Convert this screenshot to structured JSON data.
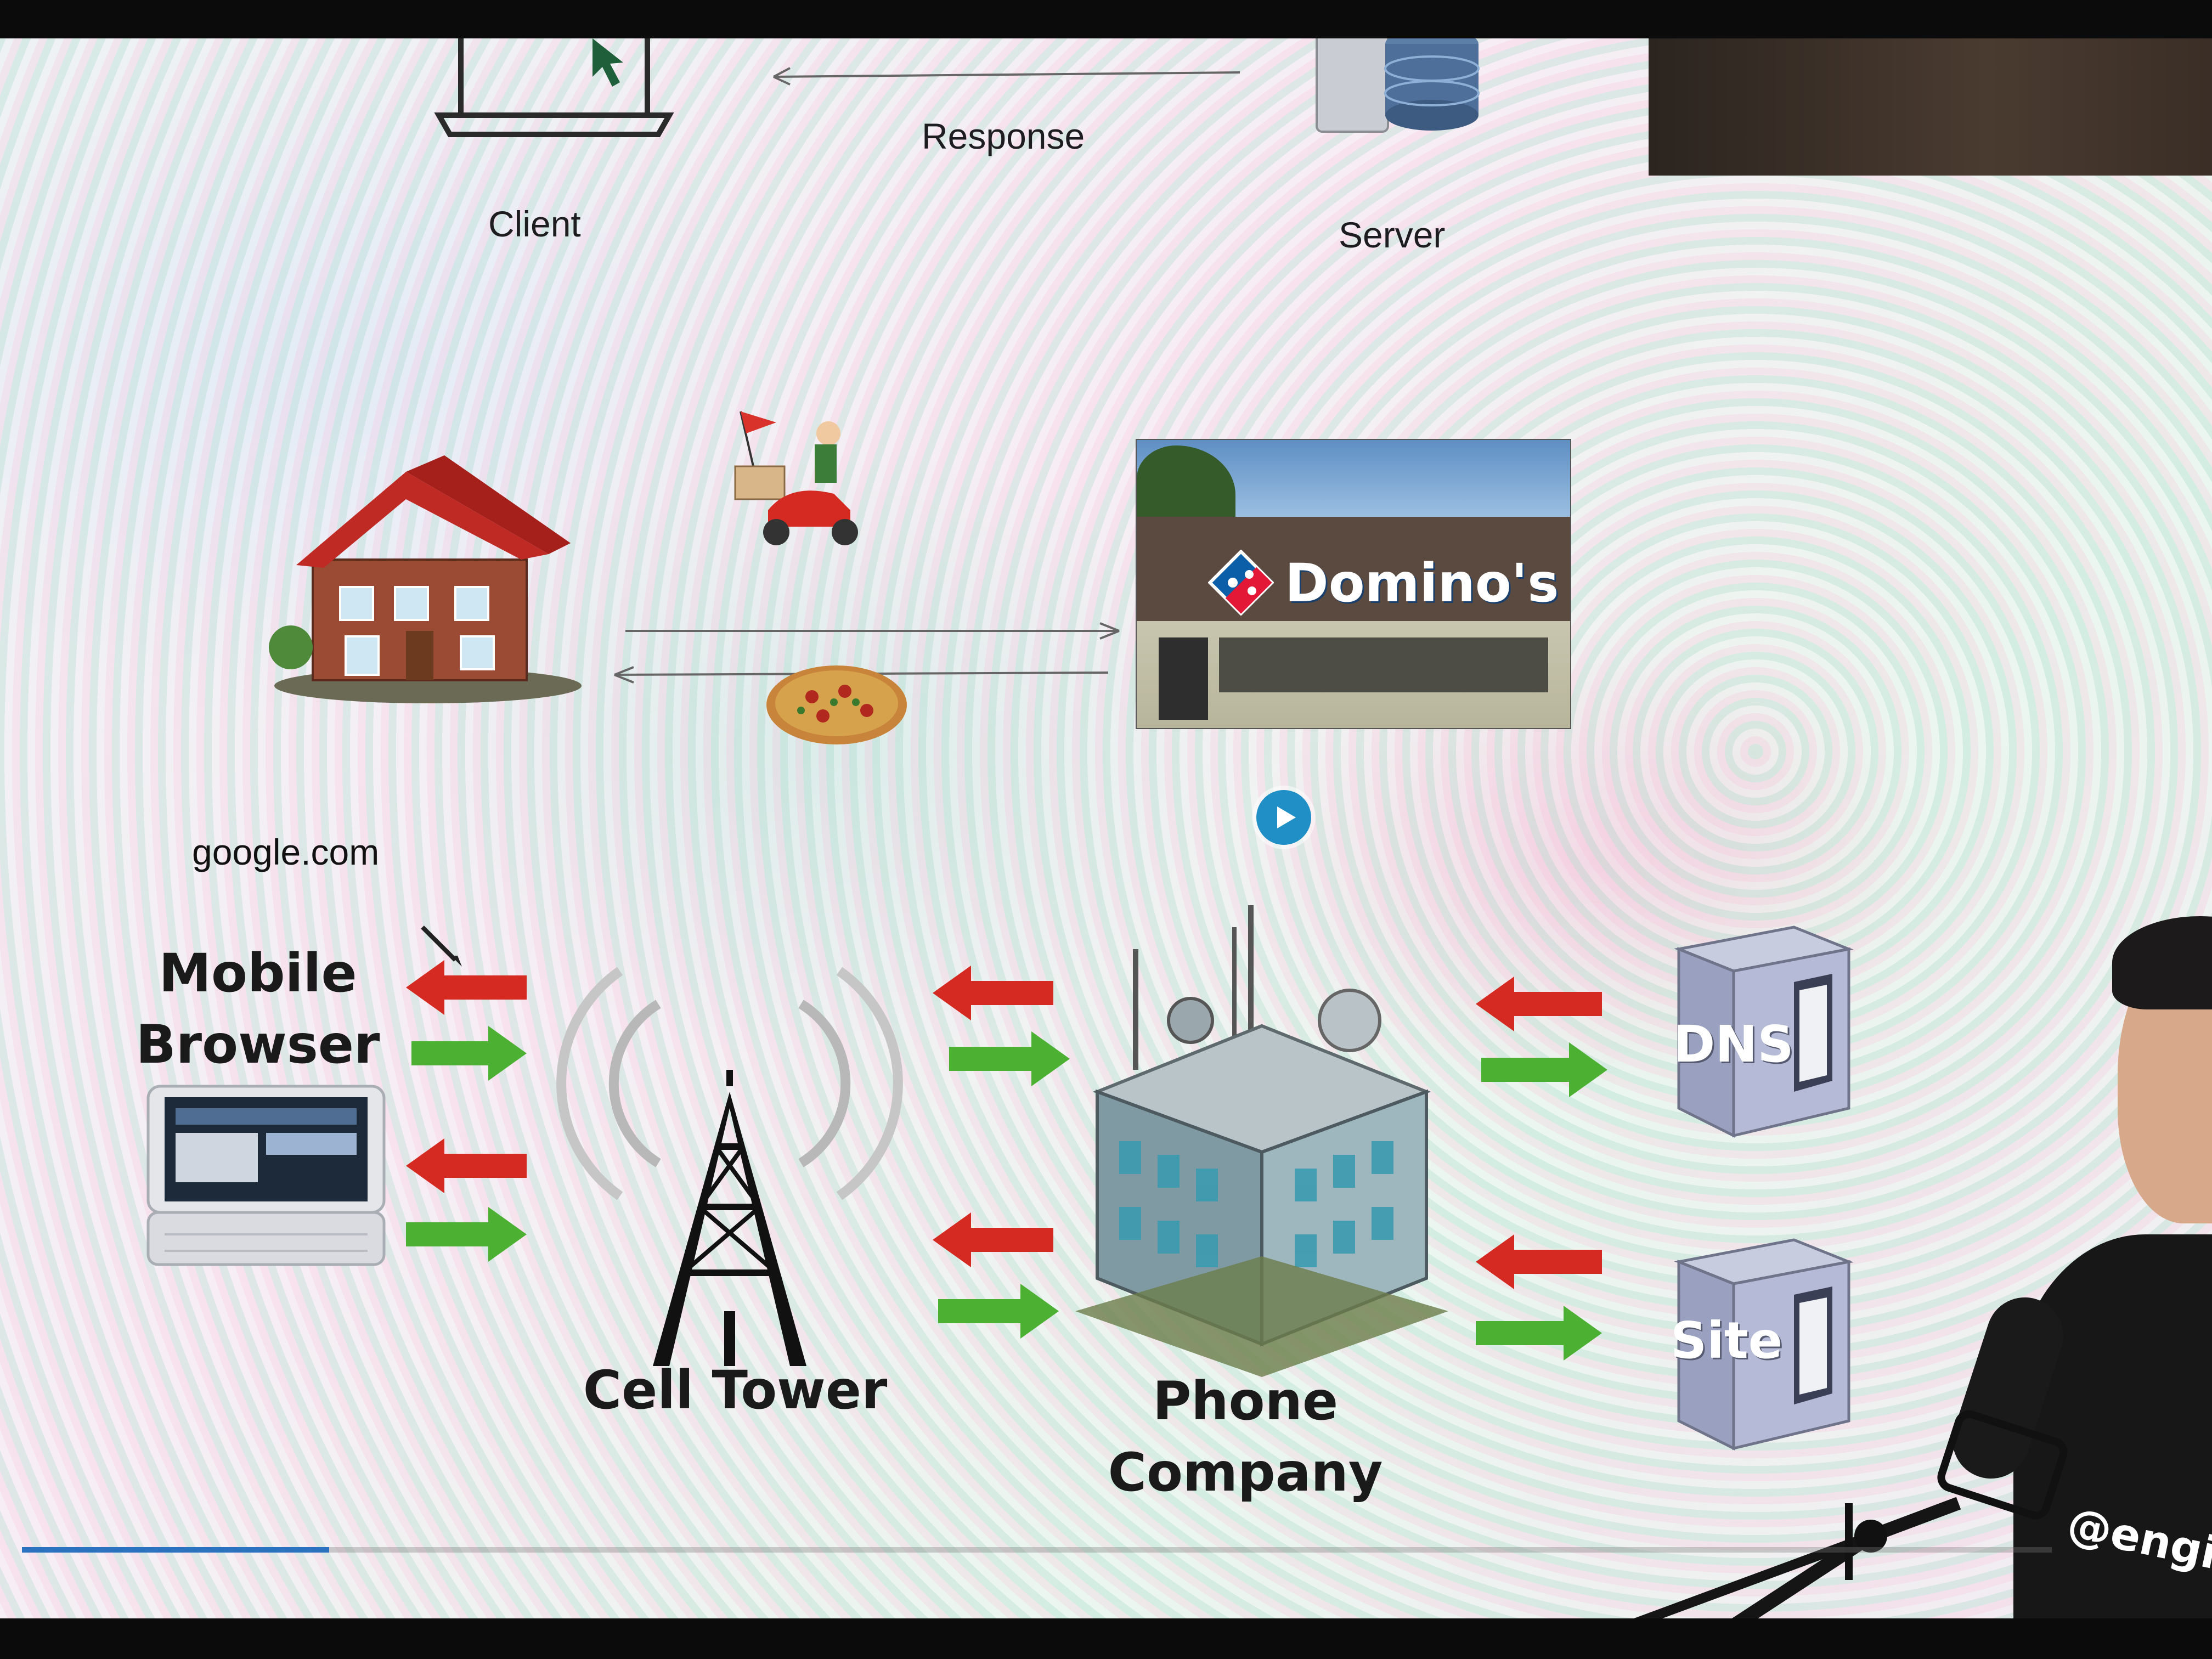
{
  "top_diagram": {
    "response_label": "Response",
    "client_label": "Client",
    "server_label": "Server"
  },
  "analogy": {
    "store_sign": "Domino's"
  },
  "bottom_diagram": {
    "address_label": "google.com",
    "mobile_browser_label": "Mobile Browser",
    "cell_tower_label": "Cell Tower",
    "phone_company_label": "Phone Company",
    "dns_label": "DNS",
    "site_label": "Site"
  },
  "presenter": {
    "handle": "@engin"
  },
  "colors": {
    "request_arrow": "#d52a22",
    "response_arrow": "#4cb033",
    "play_button": "#1f8fc5",
    "progress": "#2b73c0"
  },
  "icons": [
    "laptop-icon",
    "database-icon",
    "house-icon",
    "scooter-icon",
    "pizza-icon",
    "play-icon",
    "pencil-icon",
    "cell-tower-icon",
    "building-icon",
    "server-icon",
    "microphone-icon"
  ]
}
